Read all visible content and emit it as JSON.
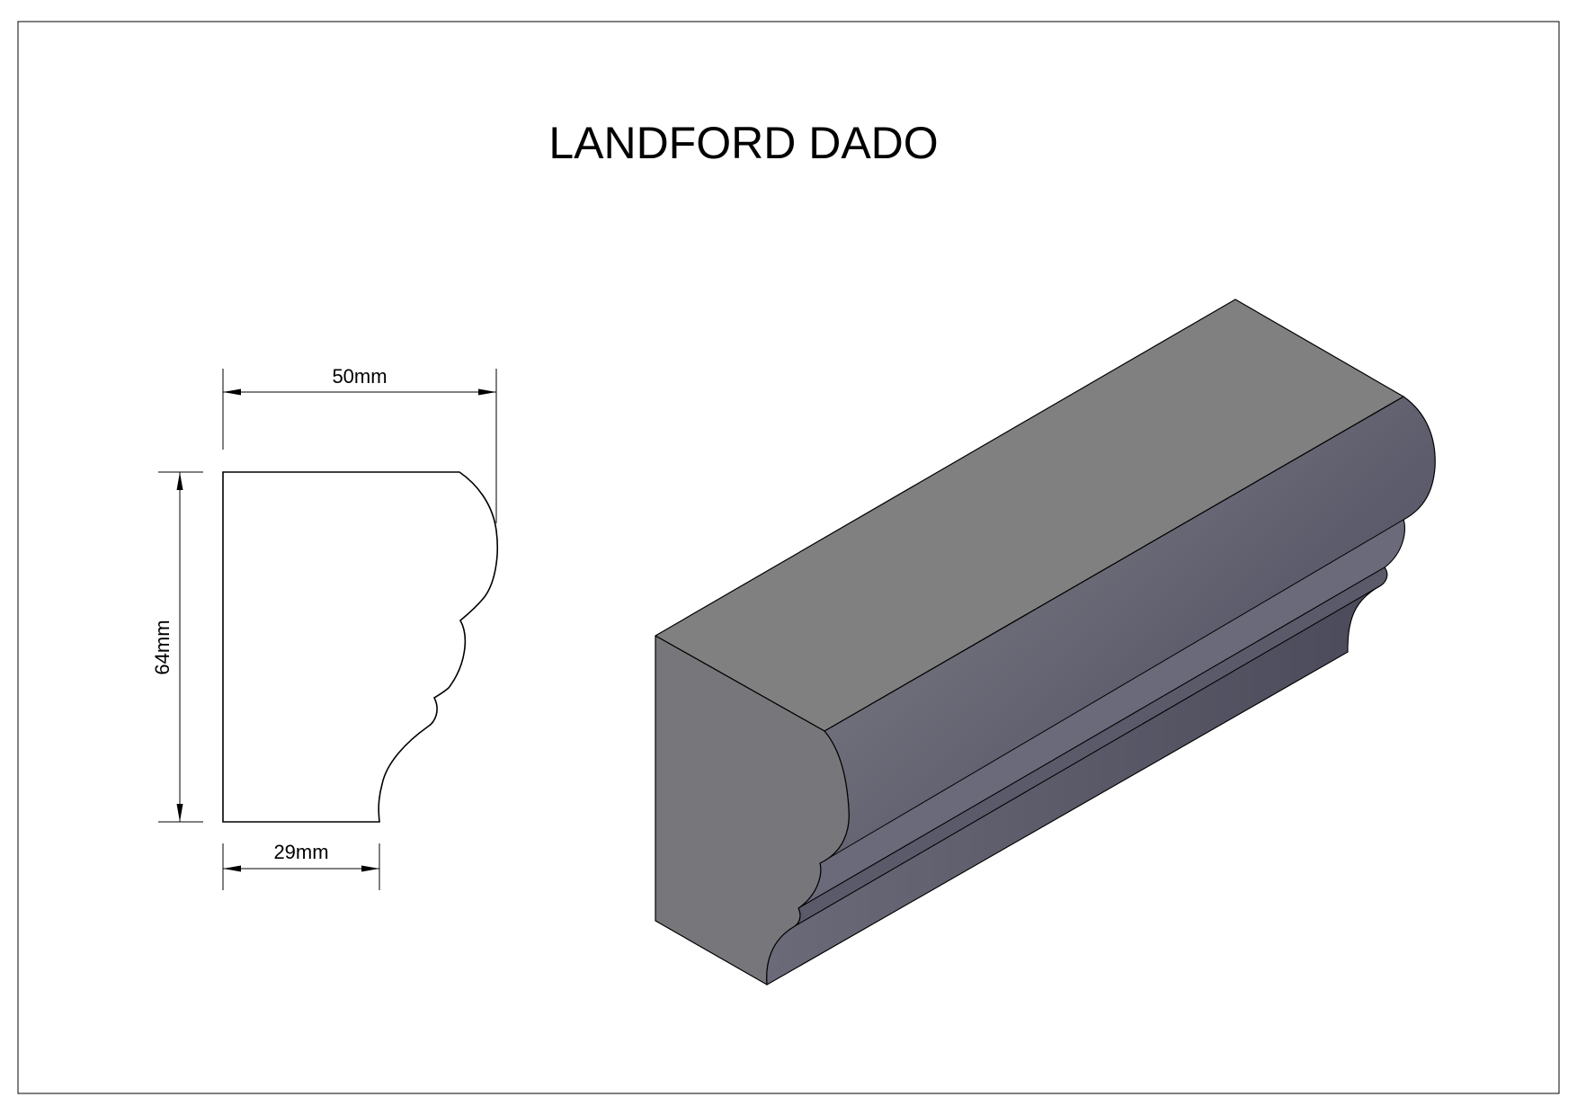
{
  "drawing": {
    "title": "LANDFORD DADO",
    "dimensions": {
      "top_width": "50mm",
      "height": "64mm",
      "bottom_width": "29mm"
    },
    "colors": {
      "line": "#000000",
      "top_face": "#808080",
      "end_face": "#76767a",
      "front_face_light": "#7f7f85",
      "front_face_dark": "#4e4e5e"
    }
  }
}
